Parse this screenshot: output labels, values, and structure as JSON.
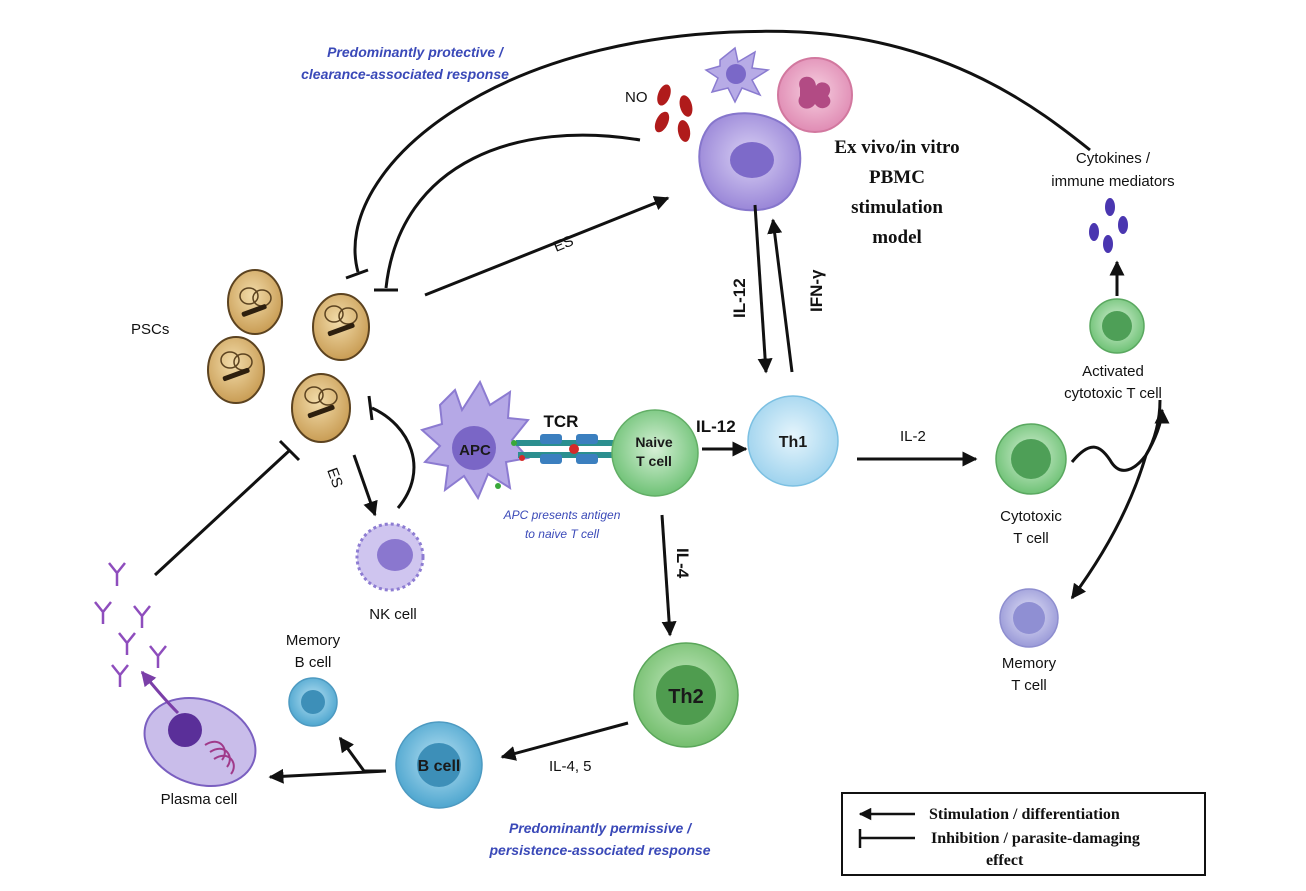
{
  "titles": {
    "protective": [
      "Predominantly protective /",
      "clearance-associated response"
    ],
    "permissive": [
      "Predominantly permissive /",
      "persistence-associated response"
    ],
    "pbmc": [
      "Ex vivo/in vitro",
      "PBMC",
      "stimulation",
      "model"
    ]
  },
  "labels": {
    "no": "NO",
    "pscs": "PSCs",
    "es_top": "ES",
    "es_left": "ES",
    "il12_vertical": "IL-12",
    "ifn_gamma": "IFN-γ",
    "il12_arrow": "IL-12",
    "il2": "IL-2",
    "il4": "IL-4",
    "il45": "IL-4, 5",
    "tcr": "TCR",
    "cytokines": [
      "Cytokines /",
      "immune mediators"
    ],
    "activated_ctl": [
      "Activated",
      "cytotoxic T cell"
    ],
    "apc_caption": [
      "APC presents antigen",
      "to naive T cell"
    ]
  },
  "cells": {
    "apc": "APC",
    "naive": [
      "Naive",
      "T cell"
    ],
    "th1": "Th1",
    "th2": "Th2",
    "bcell": "B cell",
    "nk": "NK cell",
    "memory_b": [
      "Memory",
      "B cell"
    ],
    "plasma": "Plasma cell",
    "cytotoxic": [
      "Cytotoxic",
      "T cell"
    ],
    "memory_t": [
      "Memory",
      "T cell"
    ]
  },
  "legend": {
    "stimulation": "Stimulation / differentiation",
    "inhibition": [
      "Inhibition / parasite-damaging",
      "effect"
    ]
  },
  "colors": {
    "accent_blue": "#3a49b8",
    "scolex": "#d9b779",
    "th1": "#bfe3f5",
    "th2": "#9fd49a",
    "naive": "#a9dba5",
    "bcell": "#7cc3e3",
    "cytotoxic": "#8fd094",
    "memory_t": "#bcbce6",
    "apc": "#a99be0",
    "no_particles": "#b01b1b",
    "mediators": "#4a36b0"
  }
}
